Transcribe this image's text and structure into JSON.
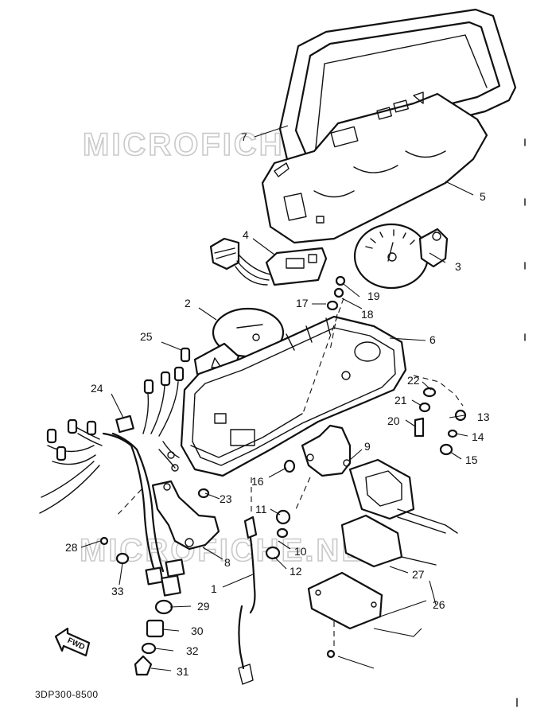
{
  "diagram": {
    "watermark": "MICROFICHE.NET",
    "part_code": "3DP300-8500",
    "direction_label": "FWD",
    "callouts": [
      {
        "id": "c1",
        "label": "1"
      },
      {
        "id": "c2",
        "label": "2"
      },
      {
        "id": "c3",
        "label": "3"
      },
      {
        "id": "c4",
        "label": "4"
      },
      {
        "id": "c5",
        "label": "5"
      },
      {
        "id": "c6",
        "label": "6"
      },
      {
        "id": "c7",
        "label": "7"
      },
      {
        "id": "c8",
        "label": "8"
      },
      {
        "id": "c9",
        "label": "9"
      },
      {
        "id": "c10",
        "label": "10"
      },
      {
        "id": "c11",
        "label": "11"
      },
      {
        "id": "c12",
        "label": "12"
      },
      {
        "id": "c13",
        "label": "13"
      },
      {
        "id": "c14",
        "label": "14"
      },
      {
        "id": "c15",
        "label": "15"
      },
      {
        "id": "c16",
        "label": "16"
      },
      {
        "id": "c17",
        "label": "17"
      },
      {
        "id": "c18",
        "label": "18"
      },
      {
        "id": "c19",
        "label": "19"
      },
      {
        "id": "c20",
        "label": "20"
      },
      {
        "id": "c21",
        "label": "21"
      },
      {
        "id": "c22",
        "label": "22"
      },
      {
        "id": "c23",
        "label": "23"
      },
      {
        "id": "c24",
        "label": "24"
      },
      {
        "id": "c25",
        "label": "25"
      },
      {
        "id": "c26",
        "label": "26"
      },
      {
        "id": "c27",
        "label": "27"
      },
      {
        "id": "c28",
        "label": "28"
      },
      {
        "id": "c29",
        "label": "29"
      },
      {
        "id": "c30",
        "label": "30"
      },
      {
        "id": "c31",
        "label": "31"
      },
      {
        "id": "c32",
        "label": "32"
      },
      {
        "id": "c33",
        "label": "33"
      }
    ]
  }
}
